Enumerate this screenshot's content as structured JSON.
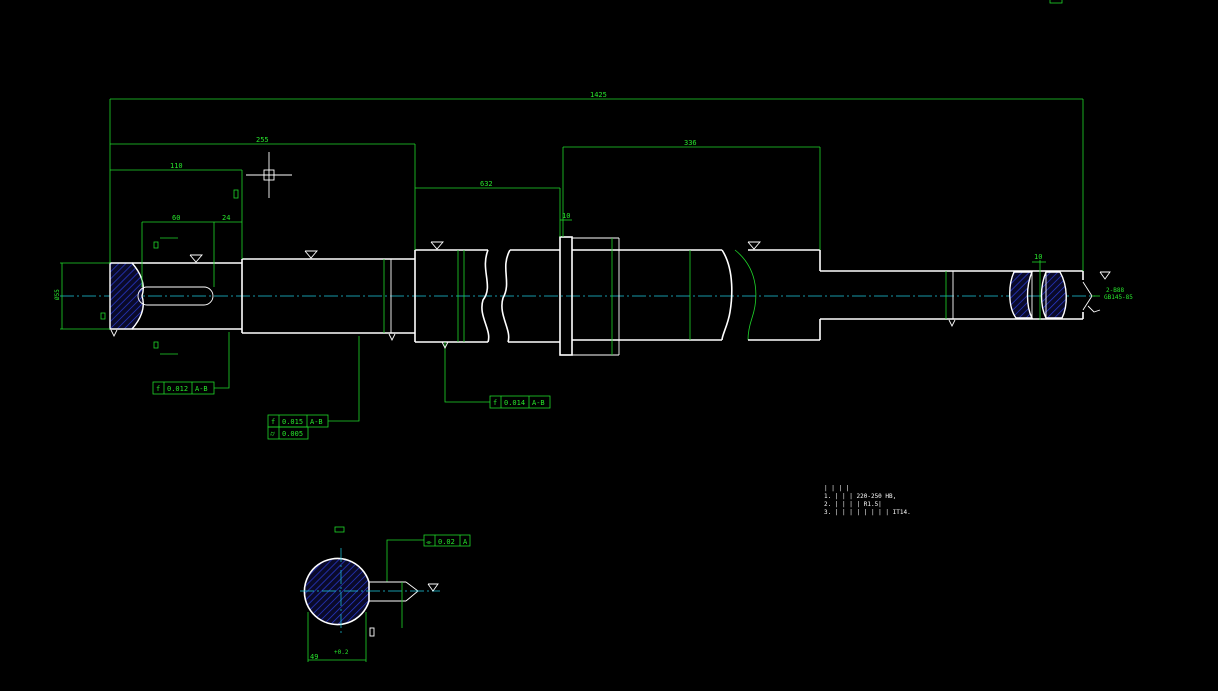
{
  "dimensions": {
    "total_length": "1425",
    "d255": "255",
    "d110": "110",
    "d632": "632",
    "d336": "336",
    "d60": "60",
    "d24": "24",
    "d10_collar": "10",
    "d10_groove": "10",
    "d_left_end": "Ø55",
    "section_width": "49",
    "section_tol": "+0.2"
  },
  "fcf": {
    "f1": {
      "symbol": "f",
      "value": "0.012",
      "datum": "A-B"
    },
    "f2": {
      "symbol": "f",
      "value": "0.015",
      "datum": "A-B"
    },
    "f2b": {
      "symbol": "⌭",
      "value": "0.005"
    },
    "f3": {
      "symbol": "f",
      "value": "0.014",
      "datum": "A-B"
    },
    "f4": {
      "symbol": "⌯",
      "value": "0.02",
      "datum": "A"
    }
  },
  "notes": {
    "title": "| | | |",
    "line1": "1. | | | 220-250 HB,",
    "line2": "2. | | | | R1.5|",
    "line3": "3. | | | | | | | | IT14."
  },
  "center_hole": {
    "line1": "2-B88",
    "line2": "GB145-85"
  },
  "colors": {
    "geometry": "#ffffff",
    "dimensions": "#27e52c",
    "centerline": "#1ec9e0",
    "hatch": "#2a3cd6"
  }
}
